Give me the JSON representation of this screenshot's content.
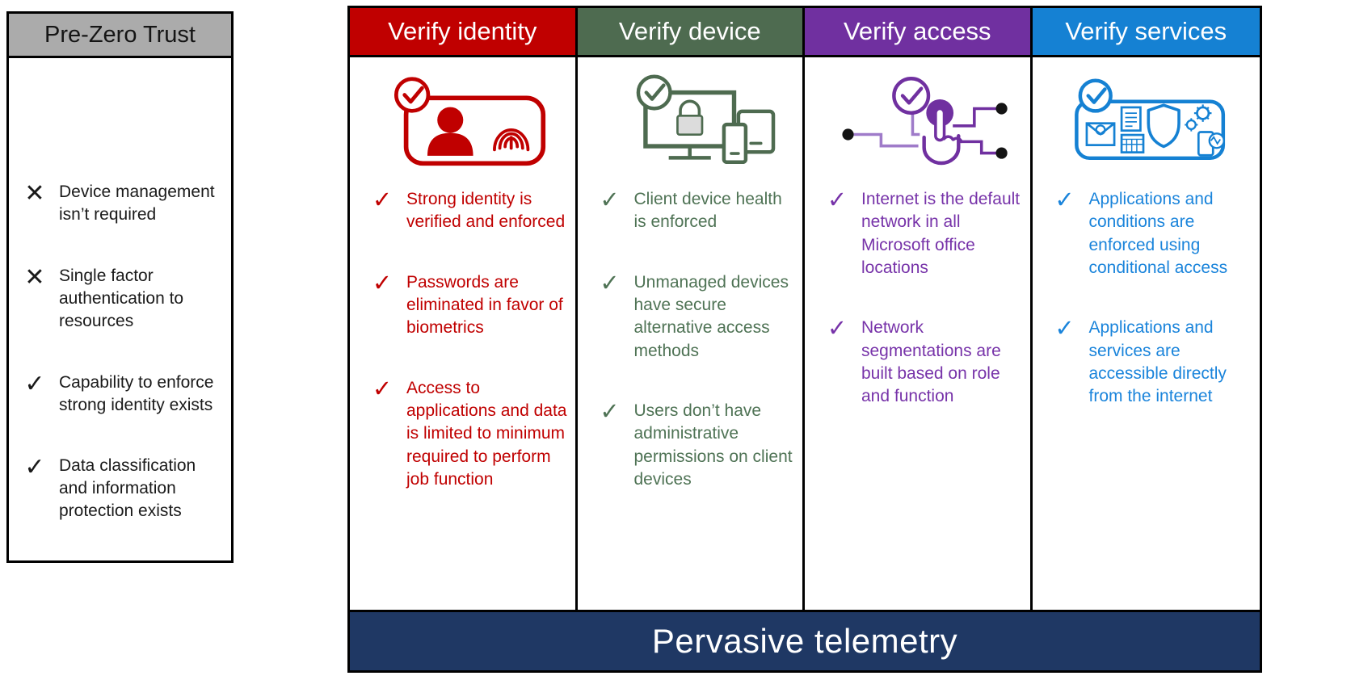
{
  "marks": {
    "check": "✓",
    "x": "✕"
  },
  "pre_zero_trust": {
    "title": "Pre-Zero Trust",
    "header_bg": "#ABABAB",
    "items": [
      {
        "mark": "x",
        "text": "Device management isn’t required"
      },
      {
        "mark": "x",
        "text": "Single factor authentication to resources"
      },
      {
        "mark": "check",
        "text": "Capability to enforce strong identity exists"
      },
      {
        "mark": "check",
        "text": "Data classification and information protection exists"
      }
    ]
  },
  "columns": [
    {
      "title": "Verify identity",
      "header_color": "#C00000",
      "text_color": "#C00000",
      "icon": "identity-badge-fingerprint-icon",
      "items": [
        "Strong identity is verified and enforced",
        "Passwords are eliminated in favor of biometrics",
        "Access to applications and data is limited to minimum required to perform job function"
      ]
    },
    {
      "title": "Verify device",
      "header_color": "#4E6B50",
      "text_color": "#4F7355",
      "icon": "secured-devices-icon",
      "items": [
        "Client device health is enforced",
        "Unmanaged devices have secure alternative access methods",
        "Users don’t have administrative permissions on client devices"
      ]
    },
    {
      "title": "Verify access",
      "header_color": "#7030A0",
      "text_color": "#7733A9",
      "icon": "network-access-touch-icon",
      "items": [
        "Internet is the default network in all Microsoft office locations",
        "Network segmentations are built based on role and function"
      ]
    },
    {
      "title": "Verify services",
      "header_color": "#1581D3",
      "text_color": "#1A84DB",
      "icon": "cloud-services-icon",
      "items": [
        "Applications and conditions are enforced using conditional access",
        "Applications and services are accessible directly from the internet"
      ]
    }
  ],
  "footer": {
    "label": "Pervasive telemetry",
    "bg_color": "#1F3864"
  }
}
